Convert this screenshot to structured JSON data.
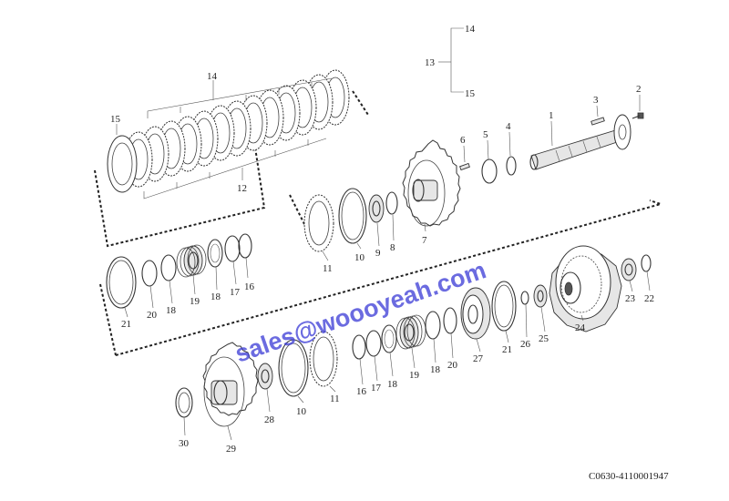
{
  "drawing_code": "C0630-4110001947",
  "watermark": "sales@woooyeah.com",
  "labels": {
    "l1": "1",
    "l2": "2",
    "l3": "3",
    "l4": "4",
    "l5": "5",
    "l6": "6",
    "l7": "7",
    "l8": "8",
    "l9": "9",
    "l10a": "10",
    "l10b": "10",
    "l11a": "11",
    "l11b": "11",
    "l12": "12",
    "l13": "13",
    "l14a": "14",
    "l14b": "14",
    "l15a": "15",
    "l15b": "15",
    "l16a": "16",
    "l16b": "16",
    "l17a": "17",
    "l17b": "17",
    "l18a": "18",
    "l18b": "18",
    "l19a": "19",
    "l19b": "19",
    "l20a": "20",
    "l20b": "20",
    "l21a": "21",
    "l21b": "21",
    "l22": "22",
    "l23": "23",
    "l24": "24",
    "l25": "25",
    "l26": "26",
    "l27": "27",
    "l28": "28",
    "l29": "29",
    "l30": "30"
  }
}
